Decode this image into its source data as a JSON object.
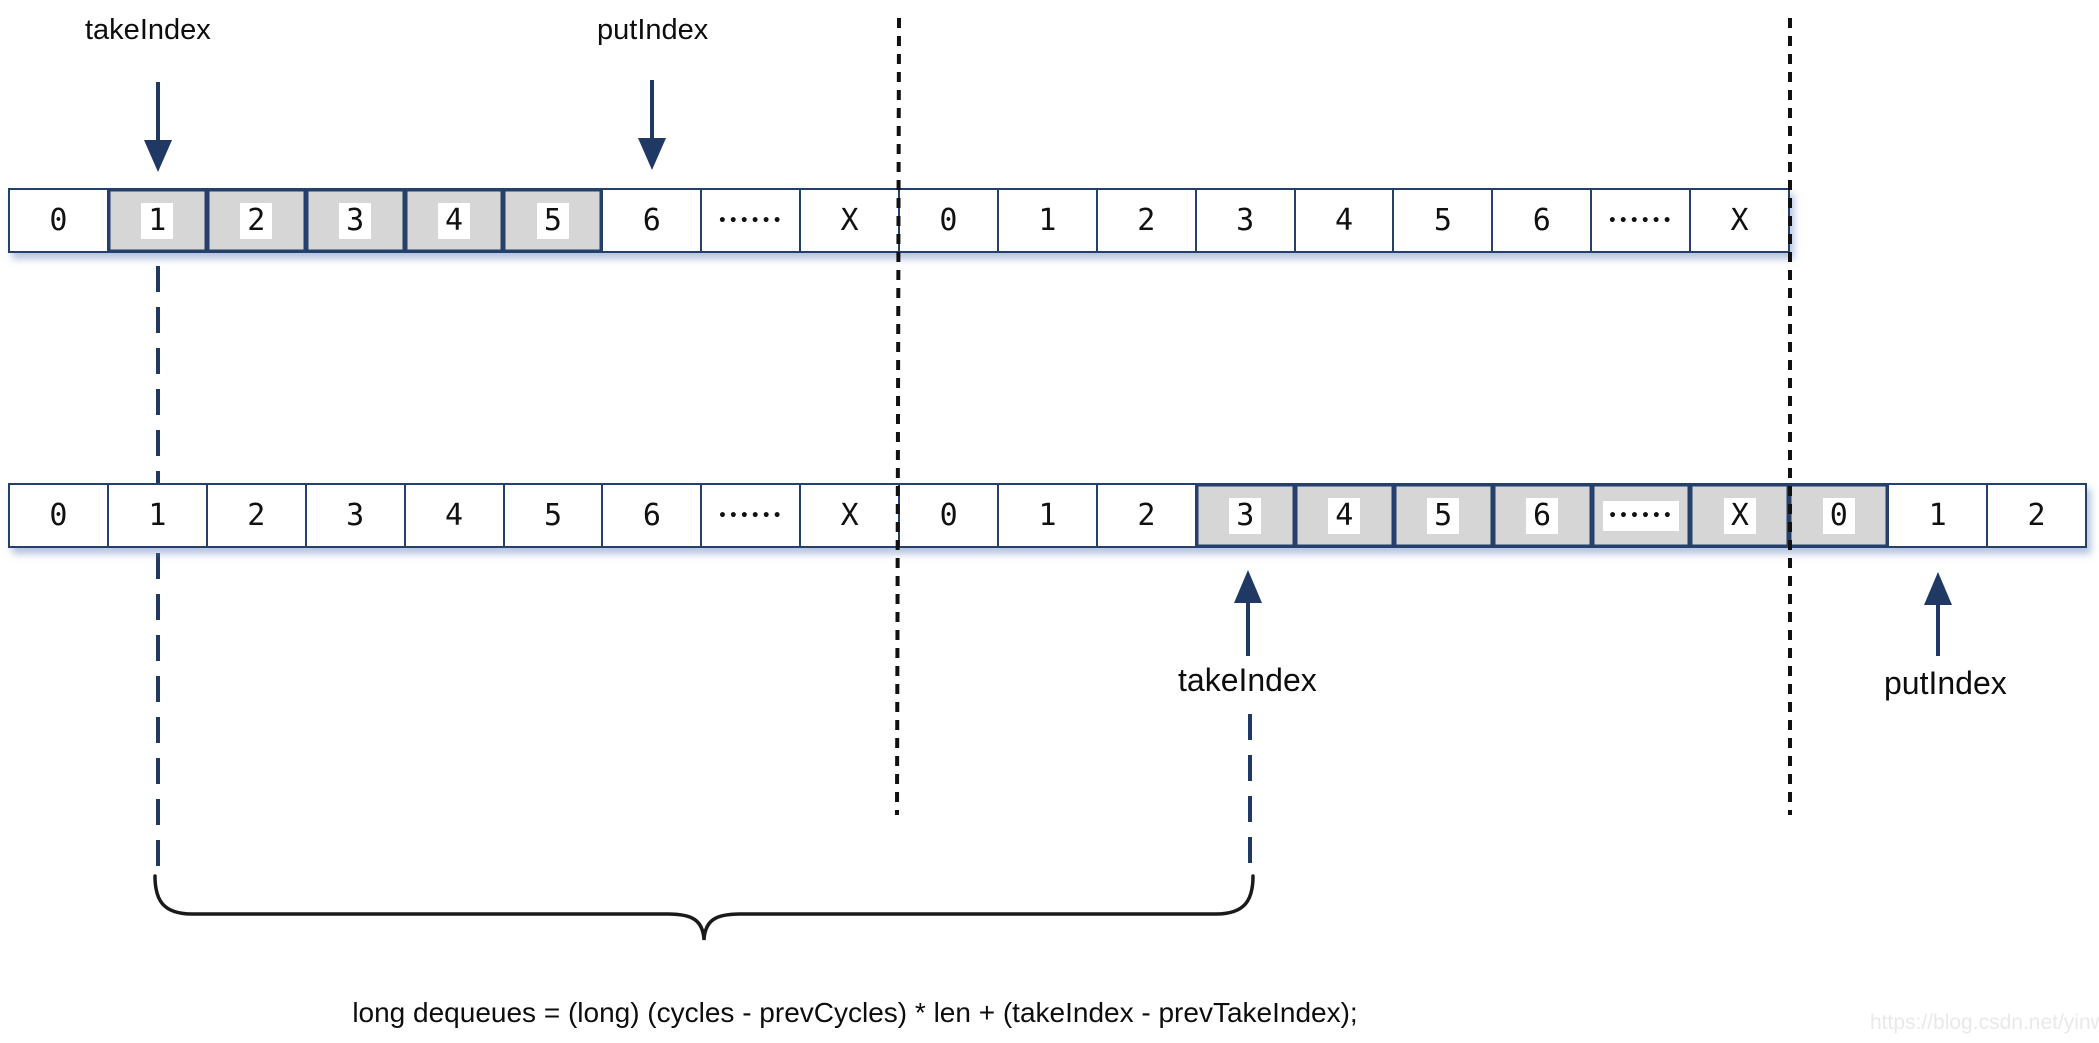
{
  "colors": {
    "navy_accent": "#1f3864",
    "cell_border": "#24406b",
    "shaded_cell_fill": "#d6d6d6",
    "dotted_divider": "#111111",
    "brace": "#1a1a1a",
    "watermark_gray": "#e9e9e9"
  },
  "pointers": {
    "top_take_label": "takeIndex",
    "top_put_label": "putIndex",
    "bottom_take_label": "takeIndex",
    "bottom_put_label": "putIndex"
  },
  "formula": "long dequeues = (long) (cycles - prevCycles) * len + (takeIndex - prevTakeIndex);",
  "watermark": "https://blog.csdn.net/yinwenjie",
  "top_row": {
    "cells": [
      {
        "value": "0"
      },
      {
        "value": "1",
        "shaded": true
      },
      {
        "value": "2",
        "shaded": true
      },
      {
        "value": "3",
        "shaded": true
      },
      {
        "value": "4",
        "shaded": true
      },
      {
        "value": "5",
        "shaded": true
      },
      {
        "value": "6"
      },
      {
        "value": "••••••",
        "dots": true
      },
      {
        "value": "X"
      },
      {
        "value": "0"
      },
      {
        "value": "1"
      },
      {
        "value": "2"
      },
      {
        "value": "3"
      },
      {
        "value": "4"
      },
      {
        "value": "5"
      },
      {
        "value": "6"
      },
      {
        "value": "••••••",
        "dots": true
      },
      {
        "value": "X"
      }
    ]
  },
  "bottom_row": {
    "cells": [
      {
        "value": "0"
      },
      {
        "value": "1"
      },
      {
        "value": "2"
      },
      {
        "value": "3"
      },
      {
        "value": "4"
      },
      {
        "value": "5"
      },
      {
        "value": "6"
      },
      {
        "value": "••••••",
        "dots": true
      },
      {
        "value": "X"
      },
      {
        "value": "0"
      },
      {
        "value": "1"
      },
      {
        "value": "2"
      },
      {
        "value": "3",
        "shaded": true
      },
      {
        "value": "4",
        "shaded": true
      },
      {
        "value": "5",
        "shaded": true
      },
      {
        "value": "6",
        "shaded": true
      },
      {
        "value": "••••••",
        "dots": true,
        "shaded": true
      },
      {
        "value": "X",
        "shaded": true
      },
      {
        "value": "0",
        "shaded": true
      },
      {
        "value": "1"
      },
      {
        "value": "2"
      }
    ]
  }
}
